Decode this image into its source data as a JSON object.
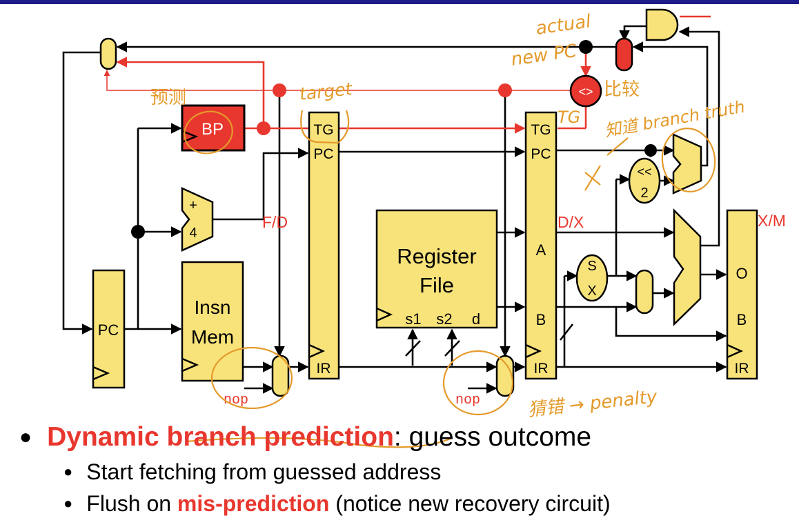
{
  "colors": {
    "accent_red": "#e8372e",
    "block_yellow": "#f8e37a",
    "annotation_orange": "#e49a2a",
    "header_bar": "#1e1b8a"
  },
  "blocks": {
    "bp": "BP",
    "pc": "PC",
    "insn_mem": [
      "Insn",
      "Mem"
    ],
    "register_file": [
      "Register",
      "File"
    ],
    "rf_ports": [
      "s1",
      "s2",
      "d"
    ],
    "adder_plus": "+",
    "adder_four": "4",
    "shift_sym": "<<",
    "shift_amt": "2",
    "sx_top": "S",
    "sx_bottom": "X",
    "compare": "<>"
  },
  "fields": {
    "tg": "TG",
    "pc": "PC",
    "ir": "IR",
    "a": "A",
    "b": "B",
    "o": "O"
  },
  "stages": {
    "fd": "F/D",
    "dx": "D/X",
    "xm": "X/M"
  },
  "nop": "nop",
  "annotations": {
    "actual_new_pc": [
      "actual",
      "new PC"
    ],
    "target": "target",
    "predict_cn": "预测",
    "compare_cn": "比较",
    "tg_note": "TG",
    "know_branch_truth": "知道 branch truth",
    "wrong_penalty": "猜错 → penalty"
  },
  "bullets": {
    "main_red": "Dynamic branch prediction",
    "main_rest": ": guess outcome",
    "sub1": "Start fetching from guessed address",
    "sub2_pre": "Flush on ",
    "sub2_red": "mis-prediction",
    "sub2_post": " (notice new recovery circuit)"
  }
}
